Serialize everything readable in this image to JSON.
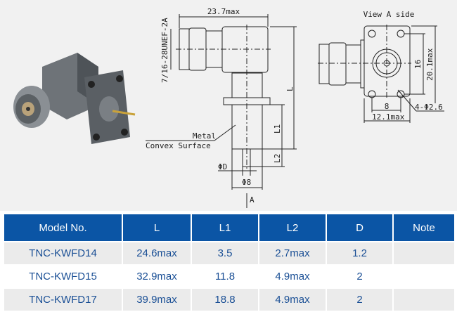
{
  "drawing": {
    "top_width": "23.7max",
    "thread": "7/16-28UNEF-2A",
    "length": "L",
    "l1": "L1",
    "l2": "L2",
    "pin_dia": "ΦD",
    "body_dia": "Φ8",
    "view_arrow": "A",
    "note_line1": "Metal",
    "note_line2": "Convex Surface",
    "view_title": "View A side",
    "hole_spacing": "16",
    "flange_height": "20.1max",
    "hole_spacing_h": "8",
    "flange_width": "12.1max",
    "holes": "4-Φ2.6"
  },
  "table": {
    "headers": [
      "Model No.",
      "L",
      "L1",
      "L2",
      "D",
      "Note"
    ],
    "rows": [
      [
        "TNC-KWFD14",
        "24.6max",
        "3.5",
        "2.7max",
        "1.2",
        ""
      ],
      [
        "TNC-KWFD15",
        "32.9max",
        "11.8",
        "4.9max",
        "2",
        ""
      ],
      [
        "TNC-KWFD17",
        "39.9max",
        "18.8",
        "4.9max",
        "2",
        ""
      ]
    ]
  }
}
